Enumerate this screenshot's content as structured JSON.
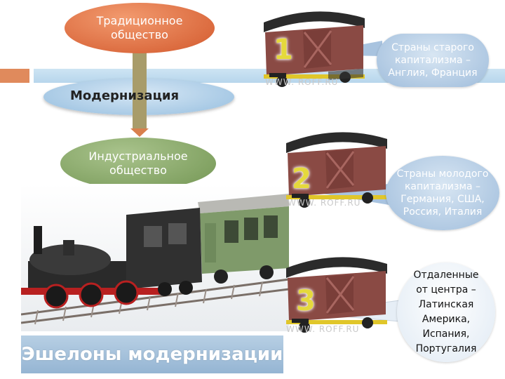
{
  "diagram": {
    "traditional_society": "Традиционное общество",
    "modernization": "Модернизация",
    "industrial_society": "Индустриальное общество",
    "echelons_title": "Эшелоны модернизации"
  },
  "wagons": [
    {
      "number": "1",
      "watermark": "WWW.      ROFF.RU"
    },
    {
      "number": "2",
      "watermark": "WWW.      ROFF.RU"
    },
    {
      "number": "3",
      "watermark": "WWW.      ROFF.RU"
    }
  ],
  "callouts": [
    "Страны старого капитализма – Англия, Франция",
    "Страны молодого капитализма – Германия, США, Россия, Италия",
    "Отдаленные от центра – Латинская Америка, Испания, Португалия"
  ],
  "colors": {
    "traditional": "#e07b4c",
    "modernization": "#a9c9e6",
    "industrial": "#8fae70",
    "accent_orange": "#e08a5c",
    "wagon_body": "#8a4a44",
    "wagon_number": "#e5d93c"
  }
}
